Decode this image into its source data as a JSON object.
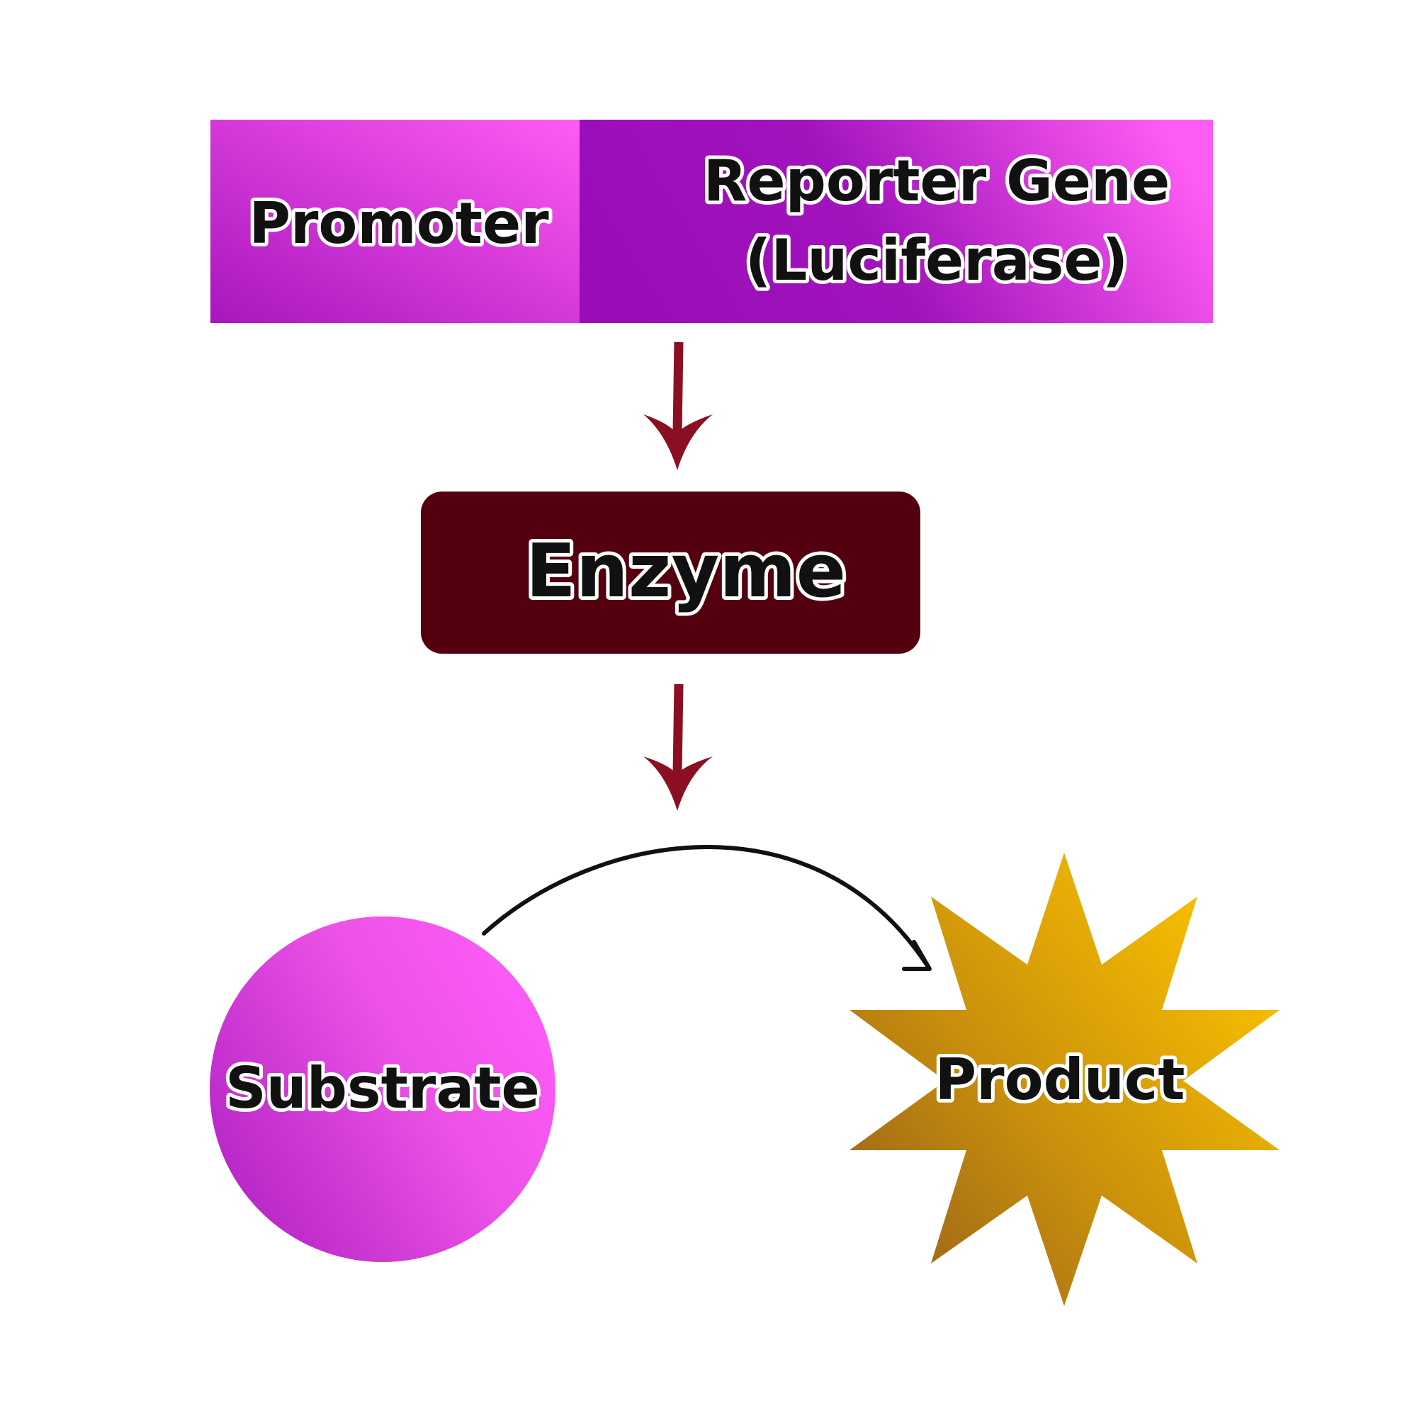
{
  "diagram": {
    "promoter": {
      "label": "Promoter"
    },
    "reporter_gene": {
      "line1": "Reporter Gene",
      "line2": "(Luciferase)"
    },
    "enzyme": {
      "label": "Enzyme"
    },
    "substrate": {
      "label": "Substrate"
    },
    "product": {
      "label": "Product"
    }
  },
  "colors": {
    "magenta_light": "#ff5cf3",
    "purple_dark": "#9a0cb8",
    "enzyme_box": "#54000f",
    "arrow_red": "#8b0f22",
    "gold_light": "#ffc600",
    "gold_dark": "#9a6418",
    "curve_arrow": "#111111"
  }
}
